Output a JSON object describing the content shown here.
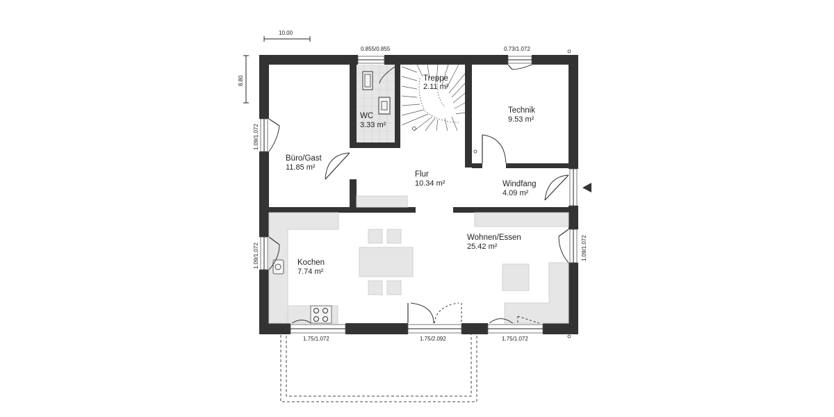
{
  "plan": {
    "scale_width_label": "10.00",
    "scale_height_label": "8.80"
  },
  "rooms": [
    {
      "id": "buero",
      "name": "Büro/Gast",
      "area": "11.85 m²"
    },
    {
      "id": "wc",
      "name": "WC",
      "area": "3.33 m²"
    },
    {
      "id": "treppe",
      "name": "Treppe",
      "area": "2.11 m²"
    },
    {
      "id": "technik",
      "name": "Technik",
      "area": "9.53 m²"
    },
    {
      "id": "flur",
      "name": "Flur",
      "area": "10.34 m²"
    },
    {
      "id": "windfang",
      "name": "Windfang",
      "area": "4.09 m²"
    },
    {
      "id": "kochen",
      "name": "Kochen",
      "area": "7.74 m²"
    },
    {
      "id": "wohnen",
      "name": "Wohnen/Essen",
      "area": "25.42 m²"
    }
  ],
  "windows": {
    "wc_top": "0.855/0.855",
    "technik_top": "0.73/1.072",
    "buero_left": "1.09/1.072",
    "kochen_left": "1.09/1.072",
    "wohnen_right": "1.09/1.072",
    "kochen_bottom": "1.75/1.072",
    "terrace_door": "1.75/2.092",
    "wohnen_bottom": "1.75/1.072"
  }
}
